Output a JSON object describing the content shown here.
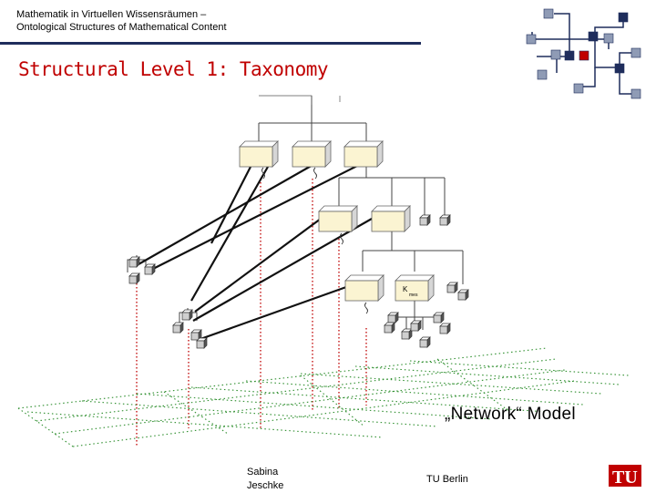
{
  "header": {
    "line1": "Mathematik in Virtuellen Wissensräumen –",
    "line2": "Ontological Structures of Mathematical Content"
  },
  "slide_title": "Structural Level 1: Taxonomy",
  "diagram": {
    "node_label": "K",
    "node_sublabel": "mes"
  },
  "network_label": "„Network“ Model",
  "footer": {
    "author_line1": "Sabina",
    "author_line2": "Jeschke",
    "institution": "TU Berlin"
  },
  "logo": {
    "text": "TU"
  },
  "colors": {
    "header_rule": "#1f2d5c",
    "title": "#c00000",
    "box_fill": "#fbf4d2",
    "red_dots": "#c00000",
    "green_dots": "#2f8f2f",
    "logo_red": "#c00000",
    "corner_dark": "#1f2d5c",
    "corner_gray": "#8f9bb5"
  }
}
